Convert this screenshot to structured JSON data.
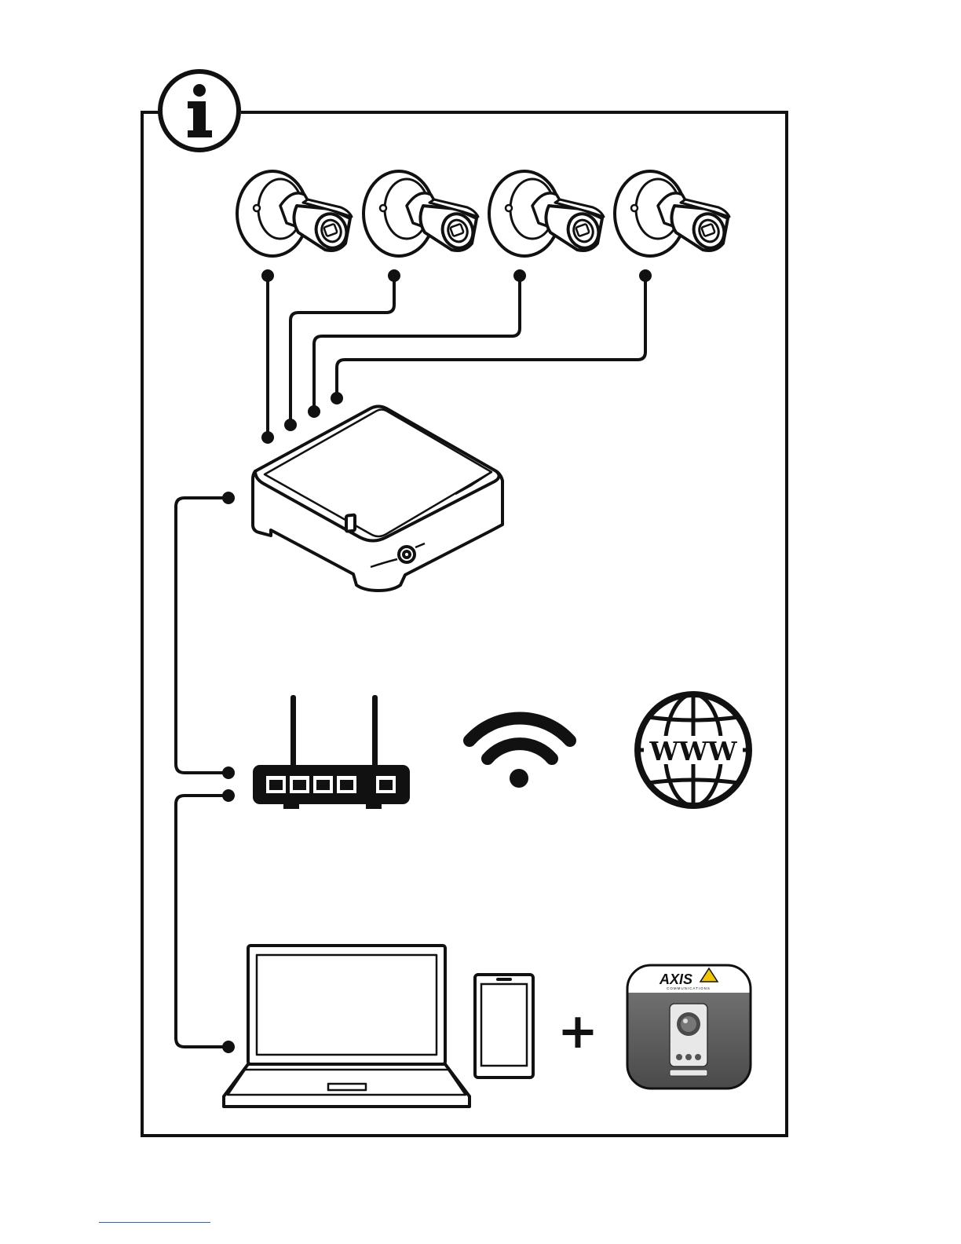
{
  "info_badge": {
    "glyph": "i"
  },
  "globe": {
    "label": "WWW"
  },
  "app": {
    "brand": "AXIS",
    "tagline": "COMMUNICATIONS"
  },
  "plus": {
    "symbol": "+"
  },
  "colors": {
    "ink": "#111111",
    "paper": "#ffffff",
    "app_gray": "#6b6b6b",
    "brand_yellow": "#f5c400",
    "link_blue": "#2b63c9"
  },
  "cameras": [
    "camera-1",
    "camera-2",
    "camera-3",
    "camera-4"
  ]
}
